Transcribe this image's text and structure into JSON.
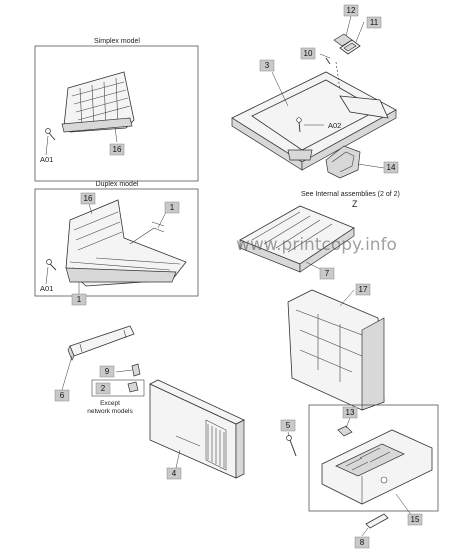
{
  "watermark": "www.printcopy.info",
  "captions": {
    "simplex": "Simplex model",
    "duplex": "Duplex model",
    "see_internal": "See Internal assemblies (2 of 2)",
    "z": "Z",
    "except_line1": "Except",
    "except_line2": "network models"
  },
  "screw_labels": {
    "a01_simplex": "A01",
    "a01_duplex": "A01",
    "a02": "A02"
  },
  "callouts": {
    "c1a": "1",
    "c1b": "1",
    "c2": "2",
    "c3": "3",
    "c4": "4",
    "c5": "5",
    "c6": "6",
    "c7": "7",
    "c8": "8",
    "c9": "9",
    "c10": "10",
    "c11": "11",
    "c12": "12",
    "c13": "13",
    "c14": "14",
    "c15": "15",
    "c16a": "16",
    "c16b": "16",
    "c17": "17"
  }
}
